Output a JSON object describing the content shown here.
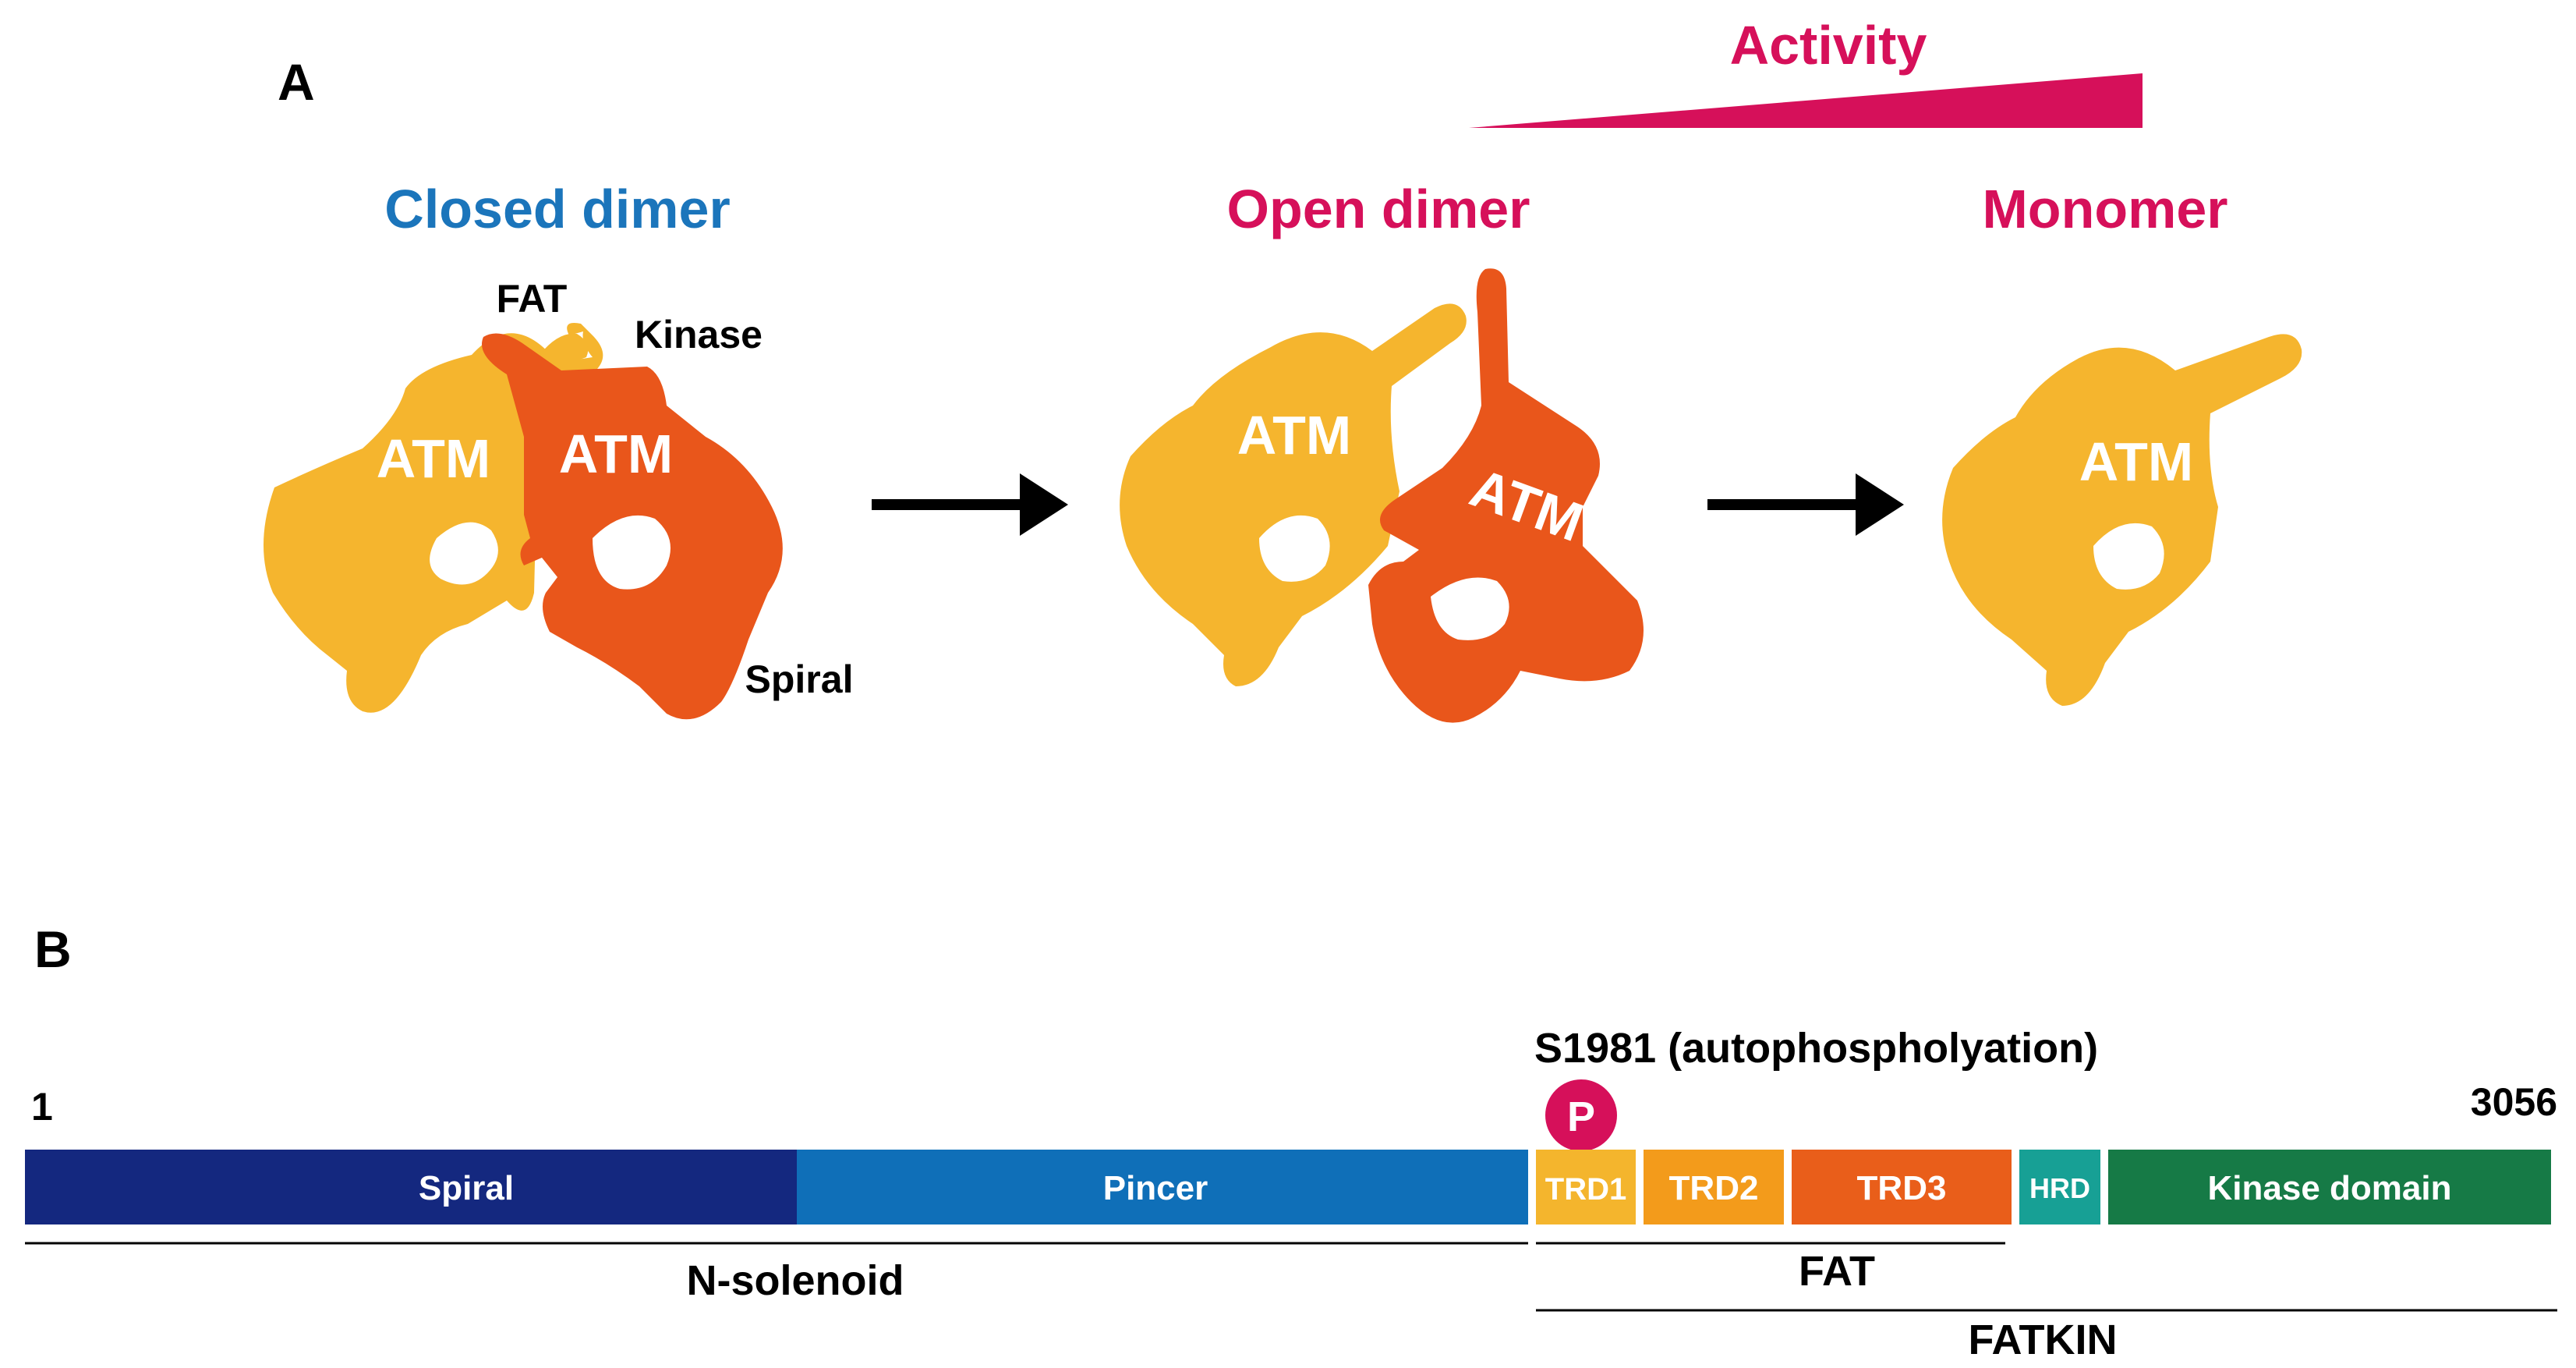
{
  "panel_a": {
    "label": "A",
    "activity_label": "Activity",
    "closed_dimer": {
      "title": "Closed dimer",
      "left_atm": "ATM",
      "right_atm": "ATM",
      "fat_label": "FAT",
      "kinase_label": "Kinase",
      "spiral_label": "Spiral"
    },
    "open_dimer": {
      "title": "Open dimer",
      "left_atm": "ATM",
      "right_atm": "ATM"
    },
    "monomer": {
      "title": "Monomer",
      "atm": "ATM"
    }
  },
  "panel_b": {
    "label": "B",
    "start_residue": "1",
    "end_residue": "3056",
    "phospho_site": "S1981 (autophospholyation)",
    "phospho_marker": "P",
    "domains": [
      {
        "name": "Spiral",
        "color": "#14287f"
      },
      {
        "name": "Pincer",
        "color": "#0f6fb8"
      },
      {
        "name": "TRD1",
        "color": "#f4b52d"
      },
      {
        "name": "TRD2",
        "color": "#f39b1b"
      },
      {
        "name": "TRD3",
        "color": "#e95e1a"
      },
      {
        "name": "HRD",
        "color": "#17a095"
      },
      {
        "name": "Kinase domain",
        "color": "#167a46"
      }
    ],
    "regions": {
      "n_solenoid": "N-solenoid",
      "fat": "FAT",
      "fatkin": "FATKIN"
    }
  },
  "colors": {
    "closed_title": "#1b75bb",
    "accent": "#d6105a",
    "atm_light": "#f5b52e",
    "atm_dark": "#e9561b",
    "arrow": "#000000"
  }
}
